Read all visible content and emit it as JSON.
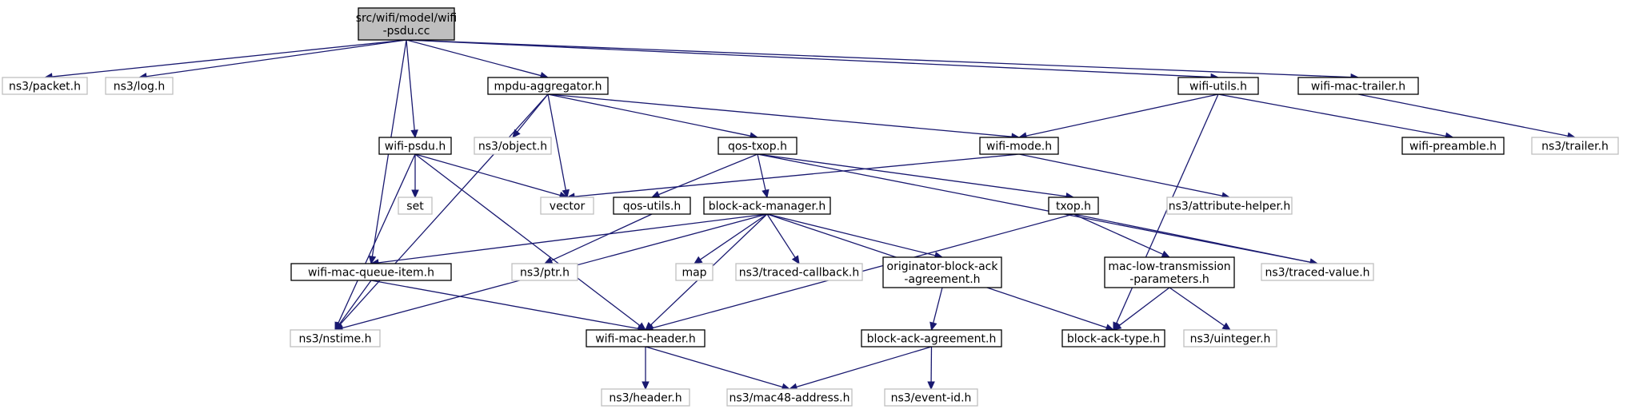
{
  "colors": {
    "root_fill": "#bfbfbf",
    "root_stroke": "#000000",
    "local_stroke": "#000000",
    "system_stroke": "#bfbfbf",
    "edge": "#191970"
  },
  "nodes": [
    {
      "id": "root",
      "label": [
        "src/wifi/model/wifi",
        "-psdu.cc"
      ],
      "kind": "root"
    },
    {
      "id": "packet",
      "label": [
        "ns3/packet.h"
      ],
      "kind": "system"
    },
    {
      "id": "log",
      "label": [
        "ns3/log.h"
      ],
      "kind": "system"
    },
    {
      "id": "mpdu_aggregator",
      "label": [
        "mpdu-aggregator.h"
      ],
      "kind": "local"
    },
    {
      "id": "wifi_utils",
      "label": [
        "wifi-utils.h"
      ],
      "kind": "local"
    },
    {
      "id": "wifi_mac_trailer",
      "label": [
        "wifi-mac-trailer.h"
      ],
      "kind": "local"
    },
    {
      "id": "wifi_psdu",
      "label": [
        "wifi-psdu.h"
      ],
      "kind": "local"
    },
    {
      "id": "object",
      "label": [
        "ns3/object.h"
      ],
      "kind": "system"
    },
    {
      "id": "qos_txop",
      "label": [
        "qos-txop.h"
      ],
      "kind": "local"
    },
    {
      "id": "wifi_mode",
      "label": [
        "wifi-mode.h"
      ],
      "kind": "local"
    },
    {
      "id": "wifi_preamble",
      "label": [
        "wifi-preamble.h"
      ],
      "kind": "local"
    },
    {
      "id": "trailer",
      "label": [
        "ns3/trailer.h"
      ],
      "kind": "system"
    },
    {
      "id": "set",
      "label": [
        "set"
      ],
      "kind": "system"
    },
    {
      "id": "vector",
      "label": [
        "vector"
      ],
      "kind": "system"
    },
    {
      "id": "qos_utils",
      "label": [
        "qos-utils.h"
      ],
      "kind": "local"
    },
    {
      "id": "block_ack_manager",
      "label": [
        "block-ack-manager.h"
      ],
      "kind": "local"
    },
    {
      "id": "txop",
      "label": [
        "txop.h"
      ],
      "kind": "local"
    },
    {
      "id": "attribute_helper",
      "label": [
        "ns3/attribute-helper.h"
      ],
      "kind": "system"
    },
    {
      "id": "wifi_mac_queue_item",
      "label": [
        "wifi-mac-queue-item.h"
      ],
      "kind": "local"
    },
    {
      "id": "ptr",
      "label": [
        "ns3/ptr.h"
      ],
      "kind": "system"
    },
    {
      "id": "map",
      "label": [
        "map"
      ],
      "kind": "system"
    },
    {
      "id": "traced_callback",
      "label": [
        "ns3/traced-callback.h"
      ],
      "kind": "system"
    },
    {
      "id": "originator",
      "label": [
        "originator-block-ack",
        "-agreement.h"
      ],
      "kind": "local"
    },
    {
      "id": "mac_low",
      "label": [
        "mac-low-transmission",
        "-parameters.h"
      ],
      "kind": "local"
    },
    {
      "id": "traced_value",
      "label": [
        "ns3/traced-value.h"
      ],
      "kind": "system"
    },
    {
      "id": "nstime",
      "label": [
        "ns3/nstime.h"
      ],
      "kind": "system"
    },
    {
      "id": "wifi_mac_header",
      "label": [
        "wifi-mac-header.h"
      ],
      "kind": "local"
    },
    {
      "id": "block_ack_agreement",
      "label": [
        "block-ack-agreement.h"
      ],
      "kind": "local"
    },
    {
      "id": "block_ack_type",
      "label": [
        "block-ack-type.h"
      ],
      "kind": "local"
    },
    {
      "id": "uinteger",
      "label": [
        "ns3/uinteger.h"
      ],
      "kind": "system"
    },
    {
      "id": "header",
      "label": [
        "ns3/header.h"
      ],
      "kind": "system"
    },
    {
      "id": "mac48",
      "label": [
        "ns3/mac48-address.h"
      ],
      "kind": "system"
    },
    {
      "id": "event_id",
      "label": [
        "ns3/event-id.h"
      ],
      "kind": "system"
    }
  ],
  "edges": [
    [
      "root",
      "packet"
    ],
    [
      "root",
      "log"
    ],
    [
      "root",
      "mpdu_aggregator"
    ],
    [
      "root",
      "wifi_utils"
    ],
    [
      "root",
      "wifi_mac_trailer"
    ],
    [
      "root",
      "wifi_psdu"
    ],
    [
      "root",
      "wifi_mac_queue_item"
    ],
    [
      "mpdu_aggregator",
      "object"
    ],
    [
      "mpdu_aggregator",
      "qos_txop"
    ],
    [
      "mpdu_aggregator",
      "wifi_mode"
    ],
    [
      "mpdu_aggregator",
      "vector"
    ],
    [
      "mpdu_aggregator",
      "nstime"
    ],
    [
      "wifi_utils",
      "wifi_mode"
    ],
    [
      "wifi_utils",
      "wifi_preamble"
    ],
    [
      "wifi_utils",
      "block_ack_type"
    ],
    [
      "wifi_mac_trailer",
      "trailer"
    ],
    [
      "wifi_psdu",
      "set"
    ],
    [
      "wifi_psdu",
      "vector"
    ],
    [
      "wifi_psdu",
      "nstime"
    ],
    [
      "wifi_psdu",
      "wifi_mac_header"
    ],
    [
      "qos_txop",
      "qos_utils"
    ],
    [
      "qos_txop",
      "block_ack_manager"
    ],
    [
      "qos_txop",
      "txop"
    ],
    [
      "qos_txop",
      "traced_value"
    ],
    [
      "wifi_mode",
      "vector"
    ],
    [
      "wifi_mode",
      "attribute_helper"
    ],
    [
      "qos_utils",
      "ptr"
    ],
    [
      "block_ack_manager",
      "wifi_mac_queue_item"
    ],
    [
      "block_ack_manager",
      "map"
    ],
    [
      "block_ack_manager",
      "traced_callback"
    ],
    [
      "block_ack_manager",
      "originator"
    ],
    [
      "block_ack_manager",
      "nstime"
    ],
    [
      "block_ack_manager",
      "wifi_mac_header"
    ],
    [
      "block_ack_manager",
      "block_ack_type"
    ],
    [
      "txop",
      "mac_low"
    ],
    [
      "txop",
      "traced_value"
    ],
    [
      "txop",
      "wifi_mac_header"
    ],
    [
      "wifi_mac_queue_item",
      "nstime"
    ],
    [
      "wifi_mac_queue_item",
      "wifi_mac_header"
    ],
    [
      "originator",
      "block_ack_agreement"
    ],
    [
      "mac_low",
      "block_ack_type"
    ],
    [
      "mac_low",
      "uinteger"
    ],
    [
      "wifi_mac_header",
      "header"
    ],
    [
      "wifi_mac_header",
      "mac48"
    ],
    [
      "block_ack_agreement",
      "mac48"
    ],
    [
      "block_ack_agreement",
      "event_id"
    ]
  ]
}
